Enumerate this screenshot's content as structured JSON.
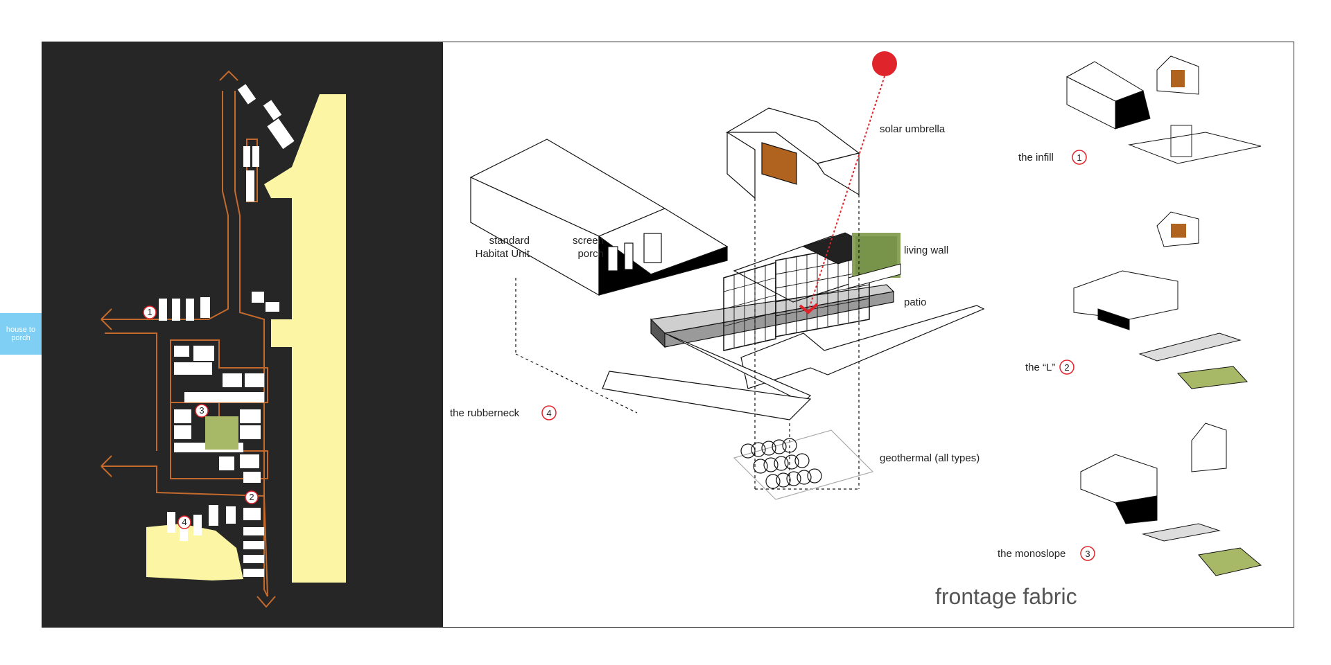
{
  "side_tab": {
    "text": "house to porch"
  },
  "markers": [
    "1",
    "2",
    "3",
    "4"
  ],
  "labels": {
    "standard_habitat_line1": "standard",
    "standard_habitat_line2": "Habitat Unit",
    "screen_porch_line1": "screen",
    "screen_porch_line2": "porch",
    "solar_umbrella": "solar umbrella",
    "living_wall": "living wall",
    "patio": "patio",
    "rubberneck": "the rubberneck",
    "geothermal": "geothermal (all types)",
    "infill": "the infill",
    "l_type": "the “L”",
    "monoslope": "the monoslope"
  },
  "title": "frontage fabric",
  "colors": {
    "site_background": "#262626",
    "pale_yellow": "#fbf5a4",
    "route_orange": "#c46a2c",
    "accent_red": "#e0242b",
    "wood_brown": "#b0621f",
    "lawn_green": "#a7b966",
    "tab_blue": "#7ecff3"
  }
}
